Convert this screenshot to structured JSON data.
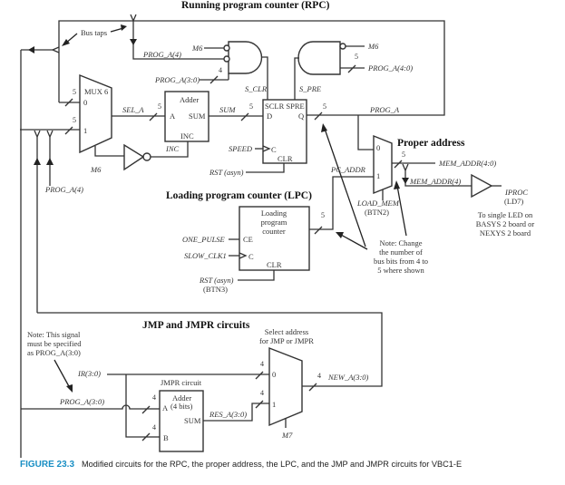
{
  "titles": {
    "rpc": "Running program counter (RPC)",
    "lpc": "Loading program counter (LPC)",
    "proper_address": "Proper address",
    "jmp": "JMP and JMPR circuits"
  },
  "labels": {
    "bus_taps": "Bus taps",
    "m6": "M6",
    "m7": "M7",
    "prog_a4": "PROG_A(4)",
    "prog_a30": "PROG_A(3:0)",
    "prog_a40": "PROG_A(4:0)",
    "prog_a": "PROG_A",
    "s_clr": "S_CLR",
    "s_pre": "S_PRE",
    "mux6": "MUX 6",
    "sel_a": "SEL_A",
    "adder": "Adder",
    "a": "A",
    "b": "B",
    "sum": "SUM",
    "inc": "INC",
    "sclr_spre": "SCLR SPRE",
    "d": "D",
    "q": "Q",
    "c": "C",
    "clr": "CLR",
    "ce": "CE",
    "speed": "SPEED",
    "rst_asyn": "RST",
    "asyn": "(asyn)",
    "pc_addr": "PC_ADDR",
    "load_mem": "LOAD_MEM",
    "btn2": "(BTN2)",
    "btn3": "(BTN3)",
    "mem_addr40": "MEM_ADDR(4:0)",
    "mem_addr4": "MEM_ADDR(4)",
    "iproc": "IPROC",
    "ld7": "(LD7)",
    "led_note": [
      "To single LED on",
      "BASYS 2 board or",
      "NEXYS 2 board"
    ],
    "lpc_box": [
      "Loading",
      "program",
      "counter"
    ],
    "one_pulse": "ONE_PULSE",
    "slow_clk1": "SLOW_CLK1",
    "bus_note": [
      "Note: Change",
      "the number of",
      "bus bits from 4 to",
      "5 where shown"
    ],
    "signal_note": [
      "Note: This signal",
      "must be specified",
      "as PROG_A(3:0)"
    ],
    "ir30": "IR(3:0)",
    "jmpr_circuit": "JMPR circuit",
    "adder4": "(4 bits)",
    "res_a30": "RES_A(3:0)",
    "select_addr": [
      "Select address",
      "for JMP or JMPR"
    ],
    "new_a30": "NEW_A(3:0)",
    "zero": "0",
    "one": "1",
    "bus5": "5",
    "bus4": "4"
  },
  "caption": {
    "label": "FIGURE 23.3",
    "text": "Modified circuits for the RPC, the proper address, the LPC, and the JMP and JMPR circuits for VBC1-E"
  }
}
